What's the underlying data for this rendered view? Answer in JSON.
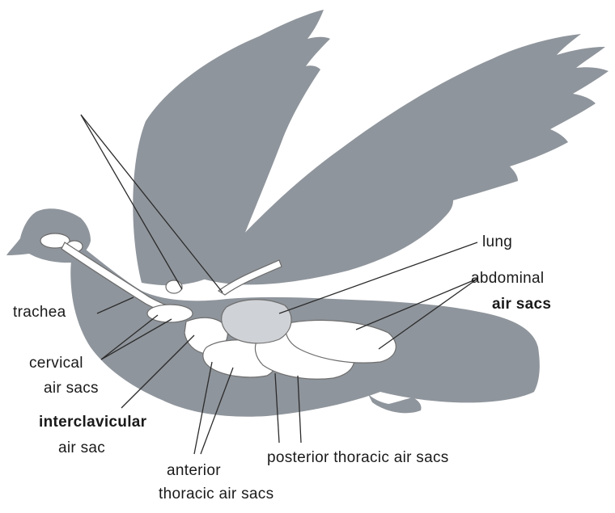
{
  "diagram": {
    "colors": {
      "bird_silhouette": "#8f959c",
      "lung": "#cfd2d6",
      "air_sacs": "#ffffff",
      "outline": "#6e6e6e",
      "text": "#1a1a1a"
    },
    "labels": {
      "lung": "lung",
      "abdominal_line1": "abdominal",
      "abdominal_line2": "air sacs",
      "trachea": "trachea",
      "cervical_line1": "cervical",
      "cervical_line2": "air sacs",
      "interclavicular_line1": "interclavicular",
      "interclavicular_line2": "air sac",
      "anterior_line1": "anterior",
      "anterior_line2": "thoracic air sacs",
      "posterior": "posterior thoracic air sacs"
    }
  }
}
